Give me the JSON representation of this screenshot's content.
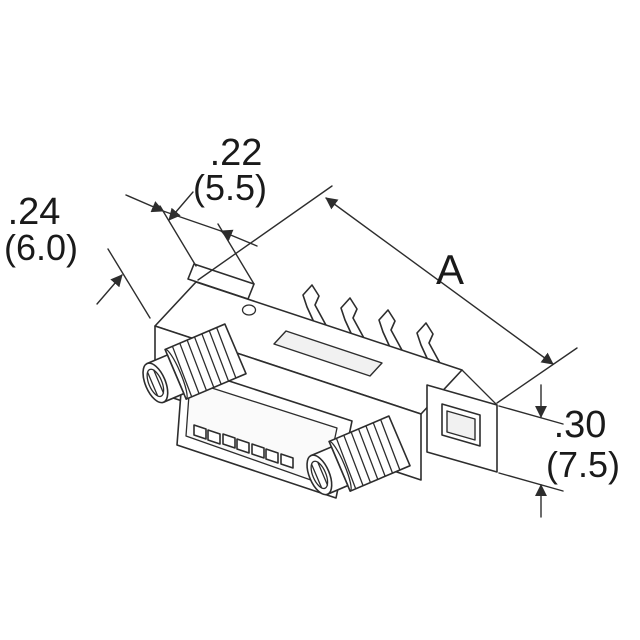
{
  "dims": {
    "top": {
      "inch": ".22",
      "mm": "(5.5)"
    },
    "left": {
      "inch": ".24",
      "mm": "(6.0)"
    },
    "length": {
      "label": "A"
    },
    "right": {
      "inch": ".30",
      "mm": "(7.5)"
    }
  },
  "colors": {
    "line": "#2d2d2d",
    "background": "#ffffff",
    "fill_light": "#f1f1f1"
  }
}
